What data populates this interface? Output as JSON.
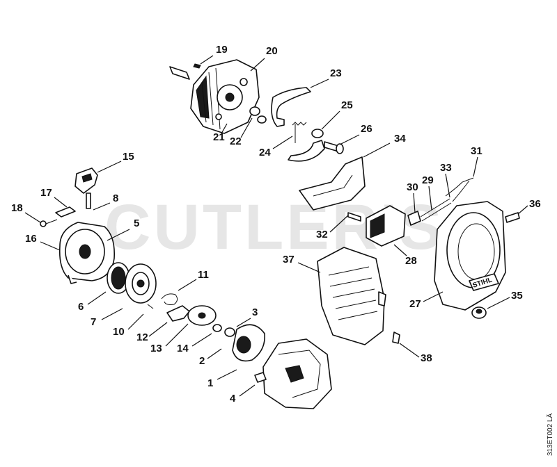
{
  "watermark": "CUTLER'S",
  "drawing_code": "313ET002 LÄ",
  "housing_brand": "STIHL",
  "callouts": [
    {
      "id": "1",
      "label": "1"
    },
    {
      "id": "2",
      "label": "2"
    },
    {
      "id": "3",
      "label": "3"
    },
    {
      "id": "4",
      "label": "4"
    },
    {
      "id": "5",
      "label": "5"
    },
    {
      "id": "6",
      "label": "6"
    },
    {
      "id": "7",
      "label": "7"
    },
    {
      "id": "8",
      "label": "8"
    },
    {
      "id": "10",
      "label": "10"
    },
    {
      "id": "11",
      "label": "11"
    },
    {
      "id": "12",
      "label": "12"
    },
    {
      "id": "13",
      "label": "13"
    },
    {
      "id": "14",
      "label": "14"
    },
    {
      "id": "15",
      "label": "15"
    },
    {
      "id": "16",
      "label": "16"
    },
    {
      "id": "17",
      "label": "17"
    },
    {
      "id": "18",
      "label": "18"
    },
    {
      "id": "19",
      "label": "19"
    },
    {
      "id": "20",
      "label": "20"
    },
    {
      "id": "21",
      "label": "21"
    },
    {
      "id": "22",
      "label": "22"
    },
    {
      "id": "23",
      "label": "23"
    },
    {
      "id": "24",
      "label": "24"
    },
    {
      "id": "25",
      "label": "25"
    },
    {
      "id": "26",
      "label": "26"
    },
    {
      "id": "27",
      "label": "27"
    },
    {
      "id": "28",
      "label": "28"
    },
    {
      "id": "29",
      "label": "29"
    },
    {
      "id": "30",
      "label": "30"
    },
    {
      "id": "31",
      "label": "31"
    },
    {
      "id": "32",
      "label": "32"
    },
    {
      "id": "33",
      "label": "33"
    },
    {
      "id": "34",
      "label": "34"
    },
    {
      "id": "35",
      "label": "35"
    },
    {
      "id": "36",
      "label": "36"
    },
    {
      "id": "37",
      "label": "37"
    },
    {
      "id": "38",
      "label": "38"
    }
  ]
}
